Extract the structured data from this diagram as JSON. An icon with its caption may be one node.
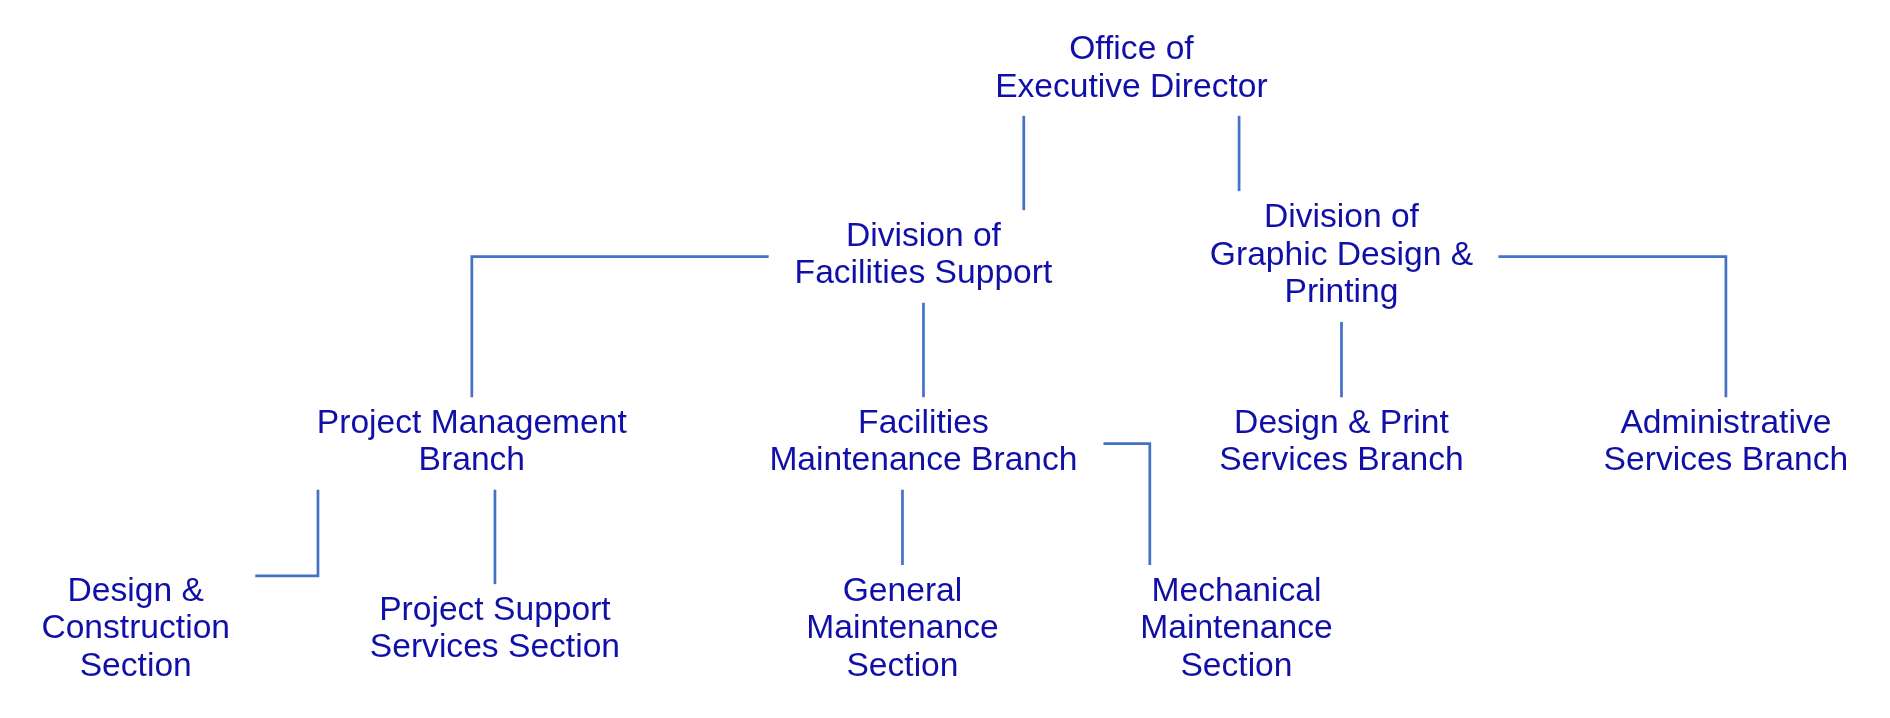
{
  "diagram": {
    "nodes": [
      {
        "text": [
          "Office of Executive Director"
        ]
      },
      {
        "text": [
          "Division of Facilities Support"
        ]
      },
      {
        "text": [
          "Division of Graphic Design & Printing"
        ]
      },
      {
        "text": [
          "Project Management Branch"
        ]
      },
      {
        "text": [
          "Facilities Maintenance Branch"
        ]
      },
      {
        "text": [
          "Design & Print Services Branch"
        ]
      },
      {
        "text": [
          "Administrative Services Branch"
        ]
      },
      {
        "text": [
          "Design & Construction Section"
        ]
      },
      {
        "text": [
          "Project Support Services Section"
        ]
      },
      {
        "text": [
          "General Maintenance Section"
        ]
      },
      {
        "text": [
          "Mechanical Maintenance Section"
        ]
      }
    ],
    "edges": [
      {
        "from": 0,
        "to": 1,
        "arrow": "none"
      },
      {
        "from": 0,
        "to": 2,
        "arrow": "none"
      },
      {
        "from": 1,
        "to": 3,
        "arrow": "none"
      },
      {
        "from": 1,
        "to": 4,
        "arrow": "none"
      },
      {
        "from": 2,
        "to": 5,
        "arrow": "none"
      },
      {
        "from": 2,
        "to": 6,
        "arrow": "none"
      },
      {
        "from": 3,
        "to": 7,
        "arrow": "none"
      },
      {
        "from": 3,
        "to": 8,
        "arrow": "none"
      },
      {
        "from": 4,
        "to": 9,
        "arrow": "none"
      },
      {
        "from": 4,
        "to": 10,
        "arrow": "none"
      }
    ]
  }
}
